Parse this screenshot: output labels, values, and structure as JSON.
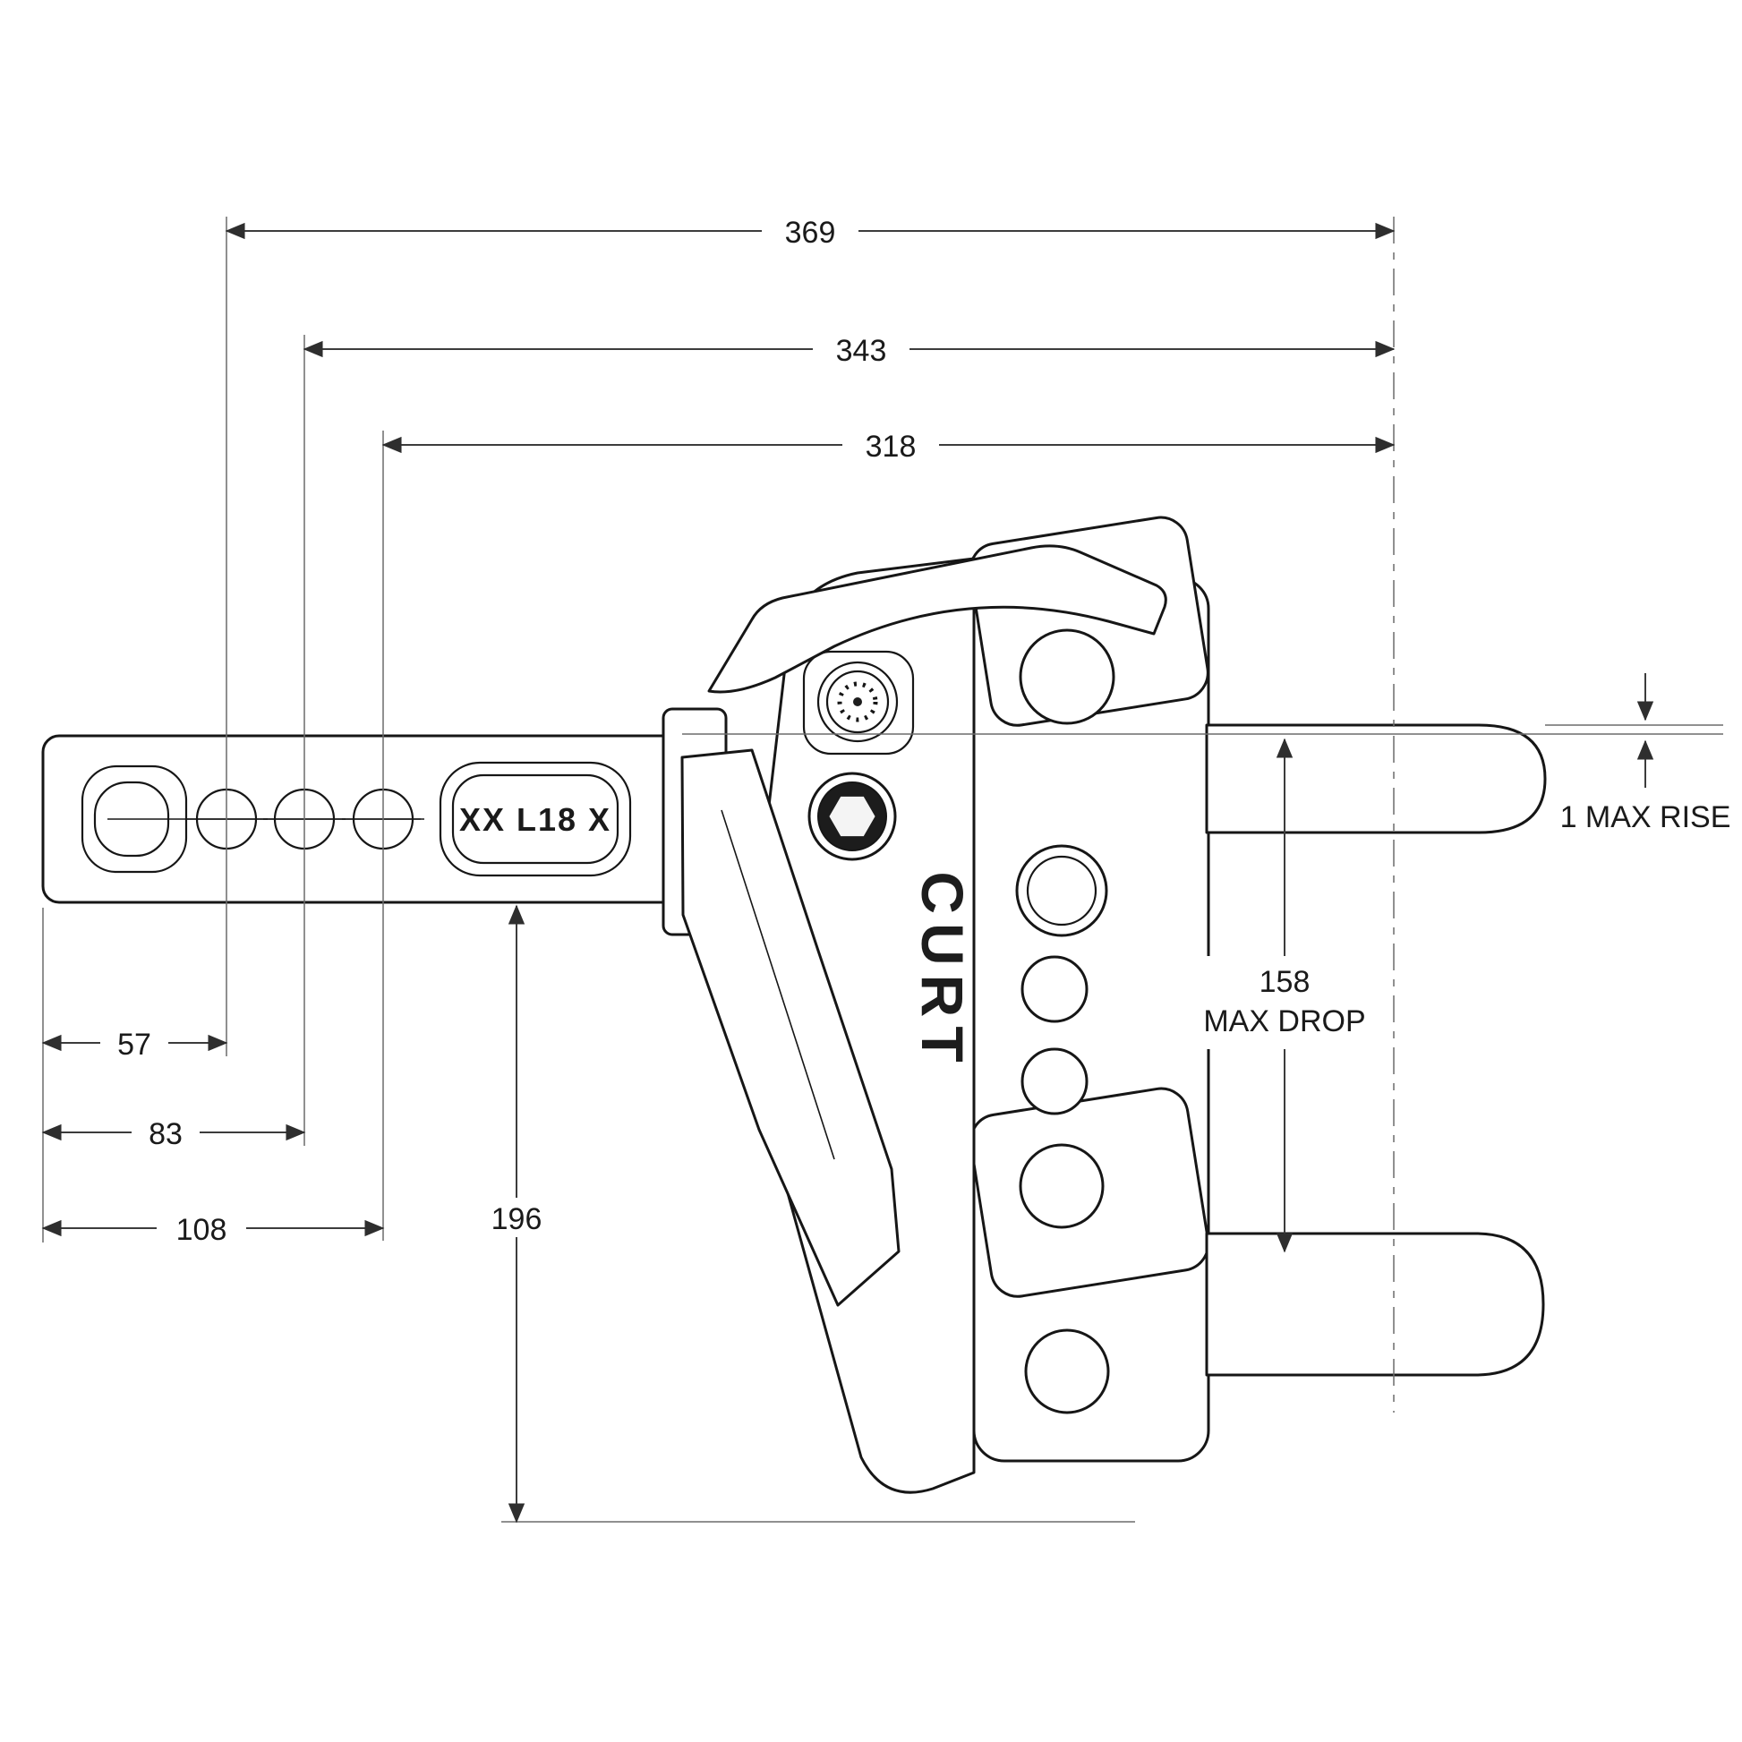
{
  "drawing": {
    "brand": "CURT",
    "shank_stamp": "XX L18 X",
    "dims": {
      "d369": "369",
      "d343": "343",
      "d318": "318",
      "d57": "57",
      "d83": "83",
      "d108": "108",
      "d196": "196",
      "d158": "158",
      "max_drop_label": "MAX DROP",
      "max_rise_label": "1 MAX RISE"
    }
  }
}
